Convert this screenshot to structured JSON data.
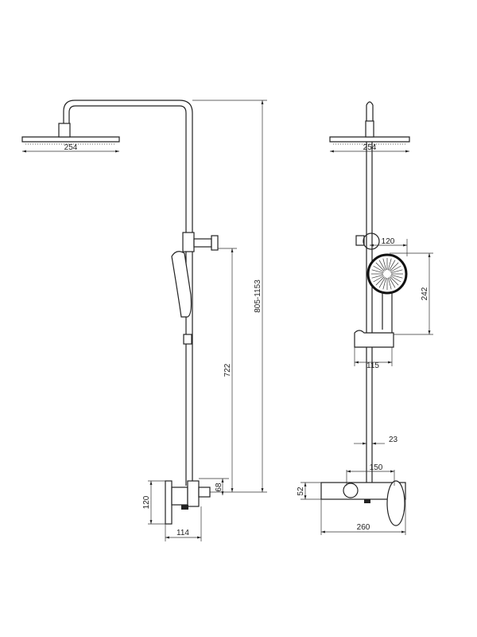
{
  "drawing": {
    "side_view": {
      "head_width": "254",
      "total_height": "805-1153",
      "outlet_height": "722",
      "mixer_outlet": "68",
      "mixer_height": "120",
      "mixer_depth": "114"
    },
    "front_view": {
      "head_width": "254",
      "hand_offset": "120",
      "hand_length": "242",
      "holder_width": "115",
      "riser_diameter": "23",
      "mixer_centers": "150",
      "mixer_height": "52",
      "mixer_width": "260"
    }
  }
}
